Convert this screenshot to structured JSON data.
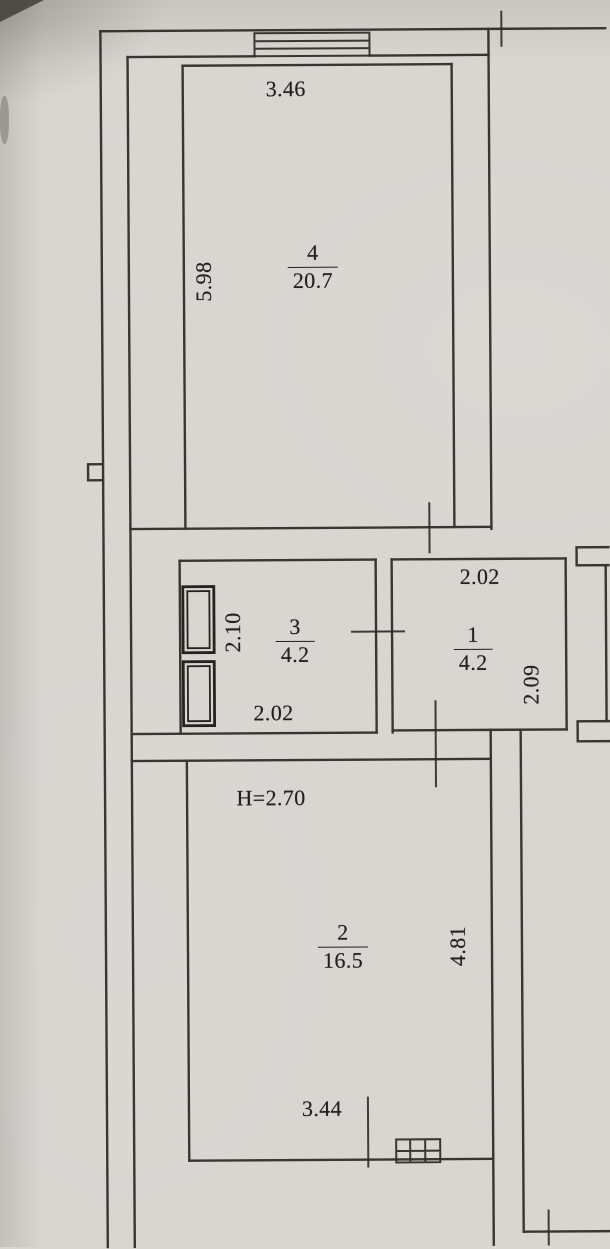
{
  "document": {
    "type": "scanned apartment floor plan"
  },
  "colors": {
    "paper": "#d9d5d1",
    "ink": "#2d2a25"
  },
  "rooms": {
    "room4": {
      "number": "4",
      "area": "20.7"
    },
    "room3": {
      "number": "3",
      "area": "4.2"
    },
    "room1": {
      "number": "1",
      "area": "4.2"
    },
    "room2": {
      "number": "2",
      "area": "16.5"
    }
  },
  "dims": {
    "room4_width": "3.46",
    "room4_depth": "5.98",
    "hall_width": "2.02",
    "room3_depth": "2.10",
    "room3_width": "2.02",
    "hall_depth": "2.09",
    "ceiling_height": "H=2.70",
    "room2_depth": "4.81",
    "room2_width": "3.44"
  }
}
